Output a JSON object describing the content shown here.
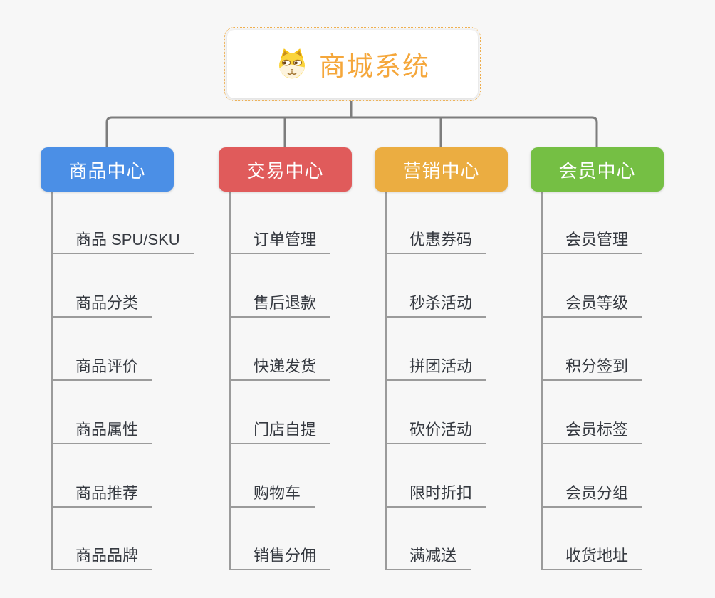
{
  "root": {
    "title": "商城系统",
    "icon": "doge-icon"
  },
  "branches": [
    {
      "label": "商品中心",
      "color": "#4b8fe6",
      "children": [
        "商品 SPU/SKU",
        "商品分类",
        "商品评价",
        "商品属性",
        "商品推荐",
        "商品品牌"
      ]
    },
    {
      "label": "交易中心",
      "color": "#e05b5b",
      "children": [
        "订单管理",
        "售后退款",
        "快递发货",
        "门店自提",
        "购物车",
        "销售分佣"
      ]
    },
    {
      "label": "营销中心",
      "color": "#ebad41",
      "children": [
        "优惠券码",
        "秒杀活动",
        "拼团活动",
        "砍价活动",
        "限时折扣",
        "满减送"
      ]
    },
    {
      "label": "会员中心",
      "color": "#75bf44",
      "children": [
        "会员管理",
        "会员等级",
        "积分签到",
        "会员标签",
        "会员分组",
        "收货地址"
      ]
    }
  ],
  "colors": {
    "background": "#f7f7f7",
    "connector": "#7d7d7d",
    "underline": "#9b9b9b",
    "root_accent": "#f5a73b",
    "root_border": "#f0b050",
    "child_text": "#363a41"
  }
}
